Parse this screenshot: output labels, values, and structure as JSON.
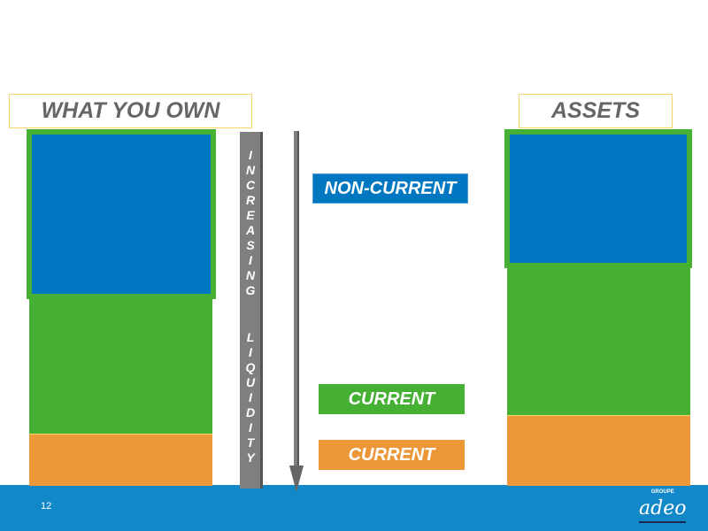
{
  "left": {
    "title": "WHAT YOU OWN"
  },
  "right": {
    "title": "ASSETS"
  },
  "arrow": {
    "letters1": [
      "I",
      "N",
      "C",
      "R",
      "E",
      "A",
      "S",
      "I",
      "N",
      "G"
    ],
    "letters2": [
      "L",
      "I",
      "Q",
      "U",
      "I",
      "D",
      "I",
      "T",
      "Y"
    ]
  },
  "labels": {
    "non_current": "NON-CURRENT",
    "current1": "CURRENT",
    "current2": "CURRENT"
  },
  "footer": {
    "page": "12",
    "logo_small": "GROUPE",
    "logo": "adeo"
  },
  "colors": {
    "blue": "#0077c0",
    "green": "#46b035",
    "orange": "#ed9838",
    "footer": "#1288c8",
    "gray": "#7f7f7f"
  }
}
